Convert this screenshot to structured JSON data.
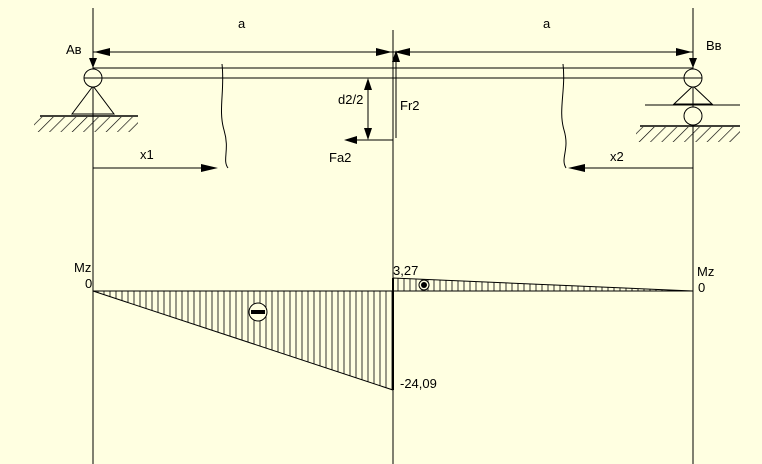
{
  "diagram": {
    "dimension_left": "a",
    "dimension_right": "a",
    "support_left_label": "Aв",
    "support_right_label": "Вв",
    "moment_arm_label": "d2/2",
    "radial_force_label": "Fr2",
    "axial_force_label": "Fa2",
    "coord_left_label": "x1",
    "coord_right_label": "x2",
    "moment_label_left": "Mz",
    "moment_label_right": "Mz",
    "zero_left": "0",
    "zero_right": "0",
    "moment_positive_value": "3,27",
    "moment_negative_value": "-24,09",
    "colors": {
      "background": "#ffffe1",
      "ink": "#000000"
    }
  }
}
